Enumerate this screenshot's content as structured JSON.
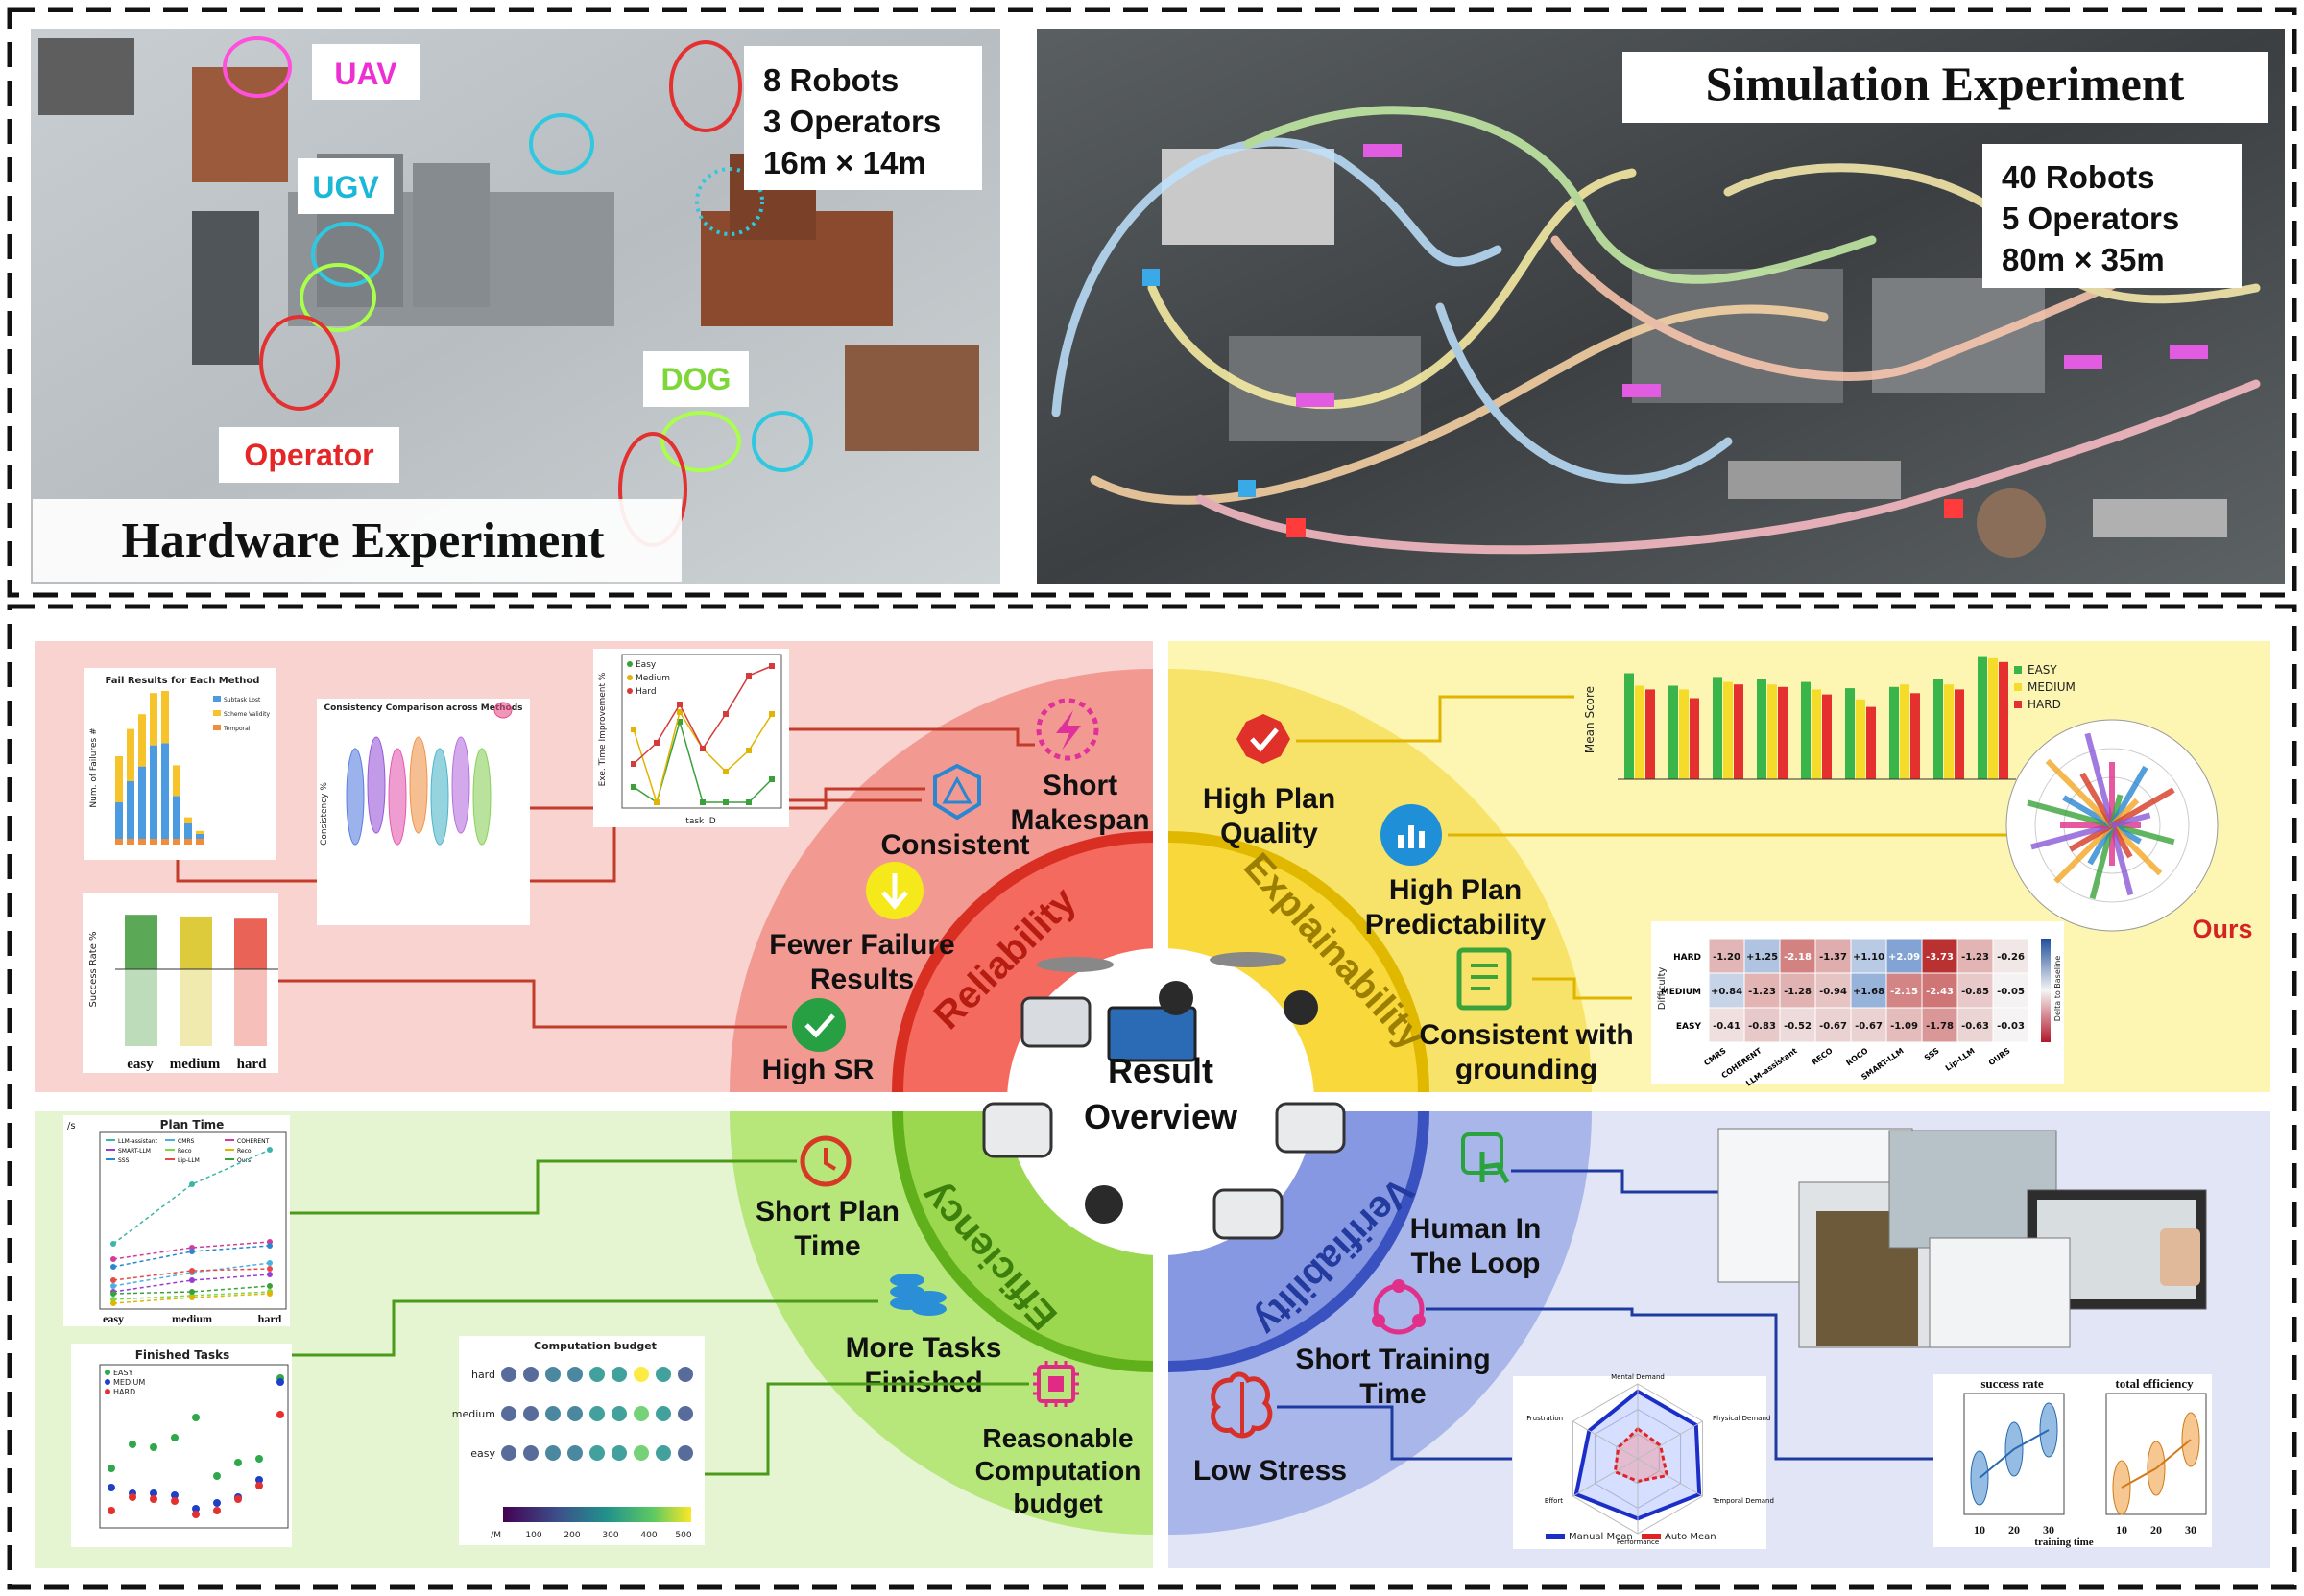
{
  "hardware": {
    "title": "Hardware Experiment",
    "stats": [
      "8 Robots",
      "3 Operators",
      "16m × 14m"
    ],
    "labels": {
      "uav": "UAV",
      "ugv": "UGV",
      "dog": "DOG",
      "operator": "Operator"
    }
  },
  "simulation": {
    "title": "Simulation Experiment",
    "stats": [
      "40 Robots",
      "5 Operators",
      "80m × 35m"
    ]
  },
  "center": {
    "line1": "Result",
    "line2": "Overview"
  },
  "ring": {
    "reliability": "Reliability",
    "explainability": "Explainability",
    "efficiency": "Efficiency",
    "verifiability": "Verifiability"
  },
  "reliability": {
    "items": [
      {
        "icon": "lightning-icon",
        "text": [
          "Short",
          "Makespan"
        ]
      },
      {
        "icon": "triangle-network-icon",
        "text": [
          "Consistent"
        ]
      },
      {
        "icon": "down-arrow-icon",
        "text": [
          "Fewer Failure",
          "Results"
        ]
      },
      {
        "icon": "check-circle-icon",
        "text": [
          "High SR"
        ]
      }
    ],
    "fail_chart": {
      "title": "Fail Results for Each Method",
      "ylabel": "Num. of Failures #",
      "legend": [
        "Subtask Lost",
        "Scheme Validity",
        "Temporal"
      ]
    },
    "violin_chart": {
      "title": "Consistency Comparison across Methods",
      "ylabel": "Consistency %"
    },
    "exec_chart": {
      "ylabel": "Exe. Time Improvement %",
      "xlabel": "task ID",
      "legend": [
        "Easy",
        "Medium",
        "Hard"
      ]
    },
    "sr_chart": {
      "ylabel": "Success Rate %",
      "categories": [
        "easy",
        "medium",
        "hard"
      ]
    }
  },
  "explainability": {
    "items": [
      {
        "icon": "quality-badge-icon",
        "text": [
          "High Plan",
          "Quality"
        ]
      },
      {
        "icon": "bar-chart-icon",
        "text": [
          "High Plan",
          "Predictability"
        ]
      },
      {
        "icon": "document-icon",
        "text": [
          "Consistent with",
          "grounding"
        ]
      }
    ],
    "ours_label": "Ours",
    "score_chart": {
      "ylabel": "Mean Score",
      "legend": [
        "EASY",
        "MEDIUM",
        "HARD"
      ]
    },
    "heatmap": {
      "ylabel": "Difficulty",
      "colorbar_label": "Delta to Baseline",
      "rows": [
        "HARD",
        "MEDIUM",
        "EASY"
      ],
      "cols": [
        "CMRS",
        "COHERENT",
        "LLM-assistant",
        "RECO",
        "ROCO",
        "SMART-LLM",
        "SSS",
        "Lip-LLM",
        "OURS"
      ],
      "values": [
        [
          "-1.20",
          "+1.25",
          "-2.18",
          "-1.37",
          "+1.10",
          "+2.09",
          "-3.73",
          "-1.23",
          "-0.26"
        ],
        [
          "+0.84",
          "-1.23",
          "-1.28",
          "-0.94",
          "+1.68",
          "-2.15",
          "-2.43",
          "-0.85",
          "-0.05"
        ],
        [
          "-0.41",
          "-0.83",
          "-0.52",
          "-0.67",
          "-0.67",
          "-1.09",
          "-1.78",
          "-0.63",
          "-0.03"
        ]
      ]
    }
  },
  "efficiency": {
    "items": [
      {
        "icon": "clock-icon",
        "text": [
          "Short Plan",
          "Time"
        ]
      },
      {
        "icon": "coin-stack-icon",
        "text": [
          "More Tasks",
          "Finished"
        ]
      },
      {
        "icon": "chip-icon",
        "text": [
          "Reasonable",
          "Computation",
          "budget"
        ]
      }
    ],
    "plan_chart": {
      "title": "Plan Time",
      "unit": "/s",
      "legend": [
        "LLM-assistant",
        "CMRS",
        "COHERENT",
        "SMART-LLM",
        "Reco",
        "Reco",
        "SSS",
        "Lip-LLM",
        "Ours"
      ],
      "categories": [
        "easy",
        "medium",
        "hard"
      ]
    },
    "finished_chart": {
      "title": "Finished Tasks",
      "legend": [
        "EASY",
        "MEDIUM",
        "HARD"
      ]
    },
    "budget_chart": {
      "title": "Computation budget",
      "rows": [
        "hard",
        "medium",
        "easy"
      ],
      "colorbar_unit": "/M",
      "colorbar_ticks": [
        "100",
        "200",
        "300",
        "400",
        "500"
      ]
    }
  },
  "verifiability": {
    "items": [
      {
        "icon": "touch-hand-icon",
        "text": [
          "Human In",
          "The Loop"
        ]
      },
      {
        "icon": "cycle-icon",
        "text": [
          "Short Training",
          "Time"
        ]
      },
      {
        "icon": "brain-icon",
        "text": [
          "Low Stress"
        ]
      }
    ],
    "radar": {
      "axes": [
        "Mental Demand",
        "Physical Demand",
        "Temporal Demand",
        "Performance",
        "Effort",
        "Frustration"
      ],
      "legend": [
        "Manual Mean",
        "Auto Mean"
      ]
    },
    "violin2": {
      "titles": [
        "success rate",
        "total efficiency"
      ],
      "xlabel": "training time",
      "x": [
        "10",
        "20",
        "30"
      ]
    }
  },
  "colors": {
    "reliability": "#e6473d",
    "explainability": "#f2c200",
    "efficiency": "#7fcb2a",
    "verifiability": "#5a73d4"
  }
}
